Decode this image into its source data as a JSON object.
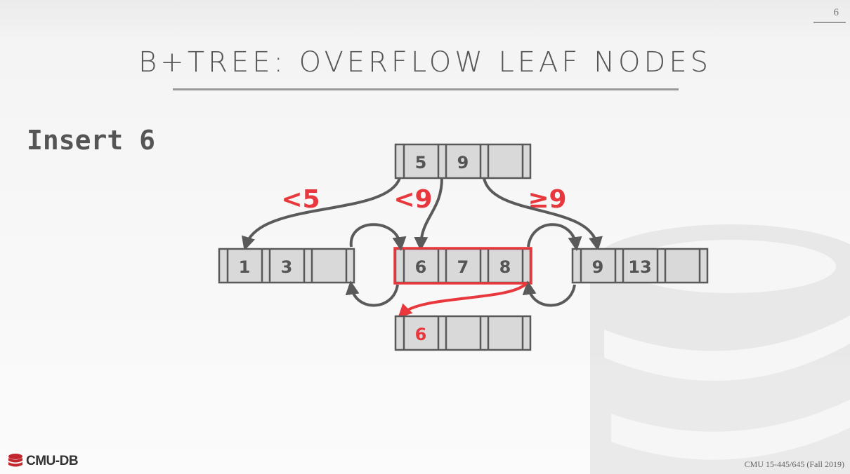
{
  "slide": {
    "number": "6",
    "title": "B+TREE: OVERFLOW LEAF NODES",
    "subtitle": "Insert 6",
    "footer": "CMU 15-445/645 (Fall 2019)",
    "logo_text": "CMU-DB"
  },
  "colors": {
    "node_fill": "#d9d9d9",
    "node_stroke": "#595959",
    "key_text": "#555555",
    "highlight": "#e8383d",
    "arrow": "#5a5a5a"
  },
  "tree": {
    "root": {
      "keys": [
        "5",
        "9",
        ""
      ]
    },
    "edge_labels": [
      "<5",
      "<9",
      "≥9"
    ],
    "leaves": [
      {
        "keys": [
          "1",
          "3",
          ""
        ],
        "highlighted": false
      },
      {
        "keys": [
          "6",
          "7",
          "8"
        ],
        "highlighted": true
      },
      {
        "keys": [
          "9",
          "13",
          ""
        ],
        "highlighted": false
      }
    ],
    "overflow": {
      "keys": [
        "6",
        "",
        ""
      ]
    }
  }
}
